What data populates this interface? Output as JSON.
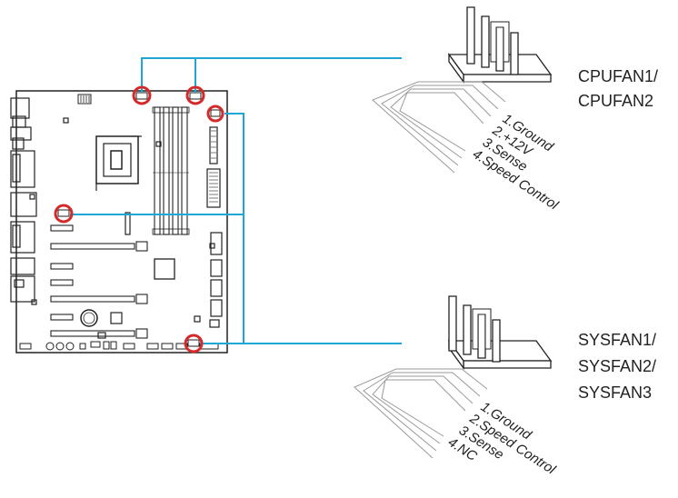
{
  "colors": {
    "accent_line": "#1fa6d8",
    "highlight_ring": "#d42a2a",
    "outline": "#222222",
    "pin_line": "#9a9a9a"
  },
  "cpufan": {
    "connector_names": [
      "CPUFAN1/",
      "CPUFAN2"
    ],
    "pins": [
      "1.Ground",
      "2.+12V",
      "3.Sense",
      "4.Speed Control"
    ]
  },
  "sysfan": {
    "connector_names": [
      "SYSFAN1/",
      "SYSFAN2/",
      "SYSFAN3"
    ],
    "pins": [
      "1.Ground",
      "2.Speed Control",
      "3.Sense",
      "4.NC"
    ]
  }
}
